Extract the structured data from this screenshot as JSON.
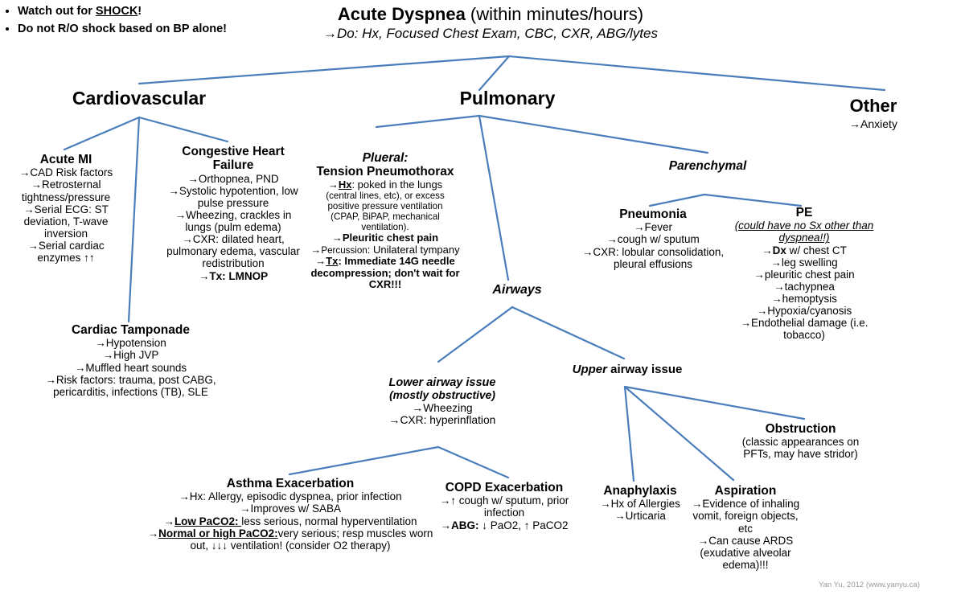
{
  "meta": {
    "accent_color": "#4a7ebb",
    "credit": "Yan Yu, 2012 (www.yanyu.ca)"
  },
  "warning": {
    "items": [
      "Watch out for SHOCK!",
      "Do not R/O shock based on BP alone!"
    ],
    "item1_pre": "Watch out for ",
    "item1_underline": "SHOCK",
    "item1_post": "!",
    "item2": "Do not R/O shock based on BP alone!"
  },
  "title": {
    "main_bold": "Acute Dyspnea",
    "main_rest": " (within minutes/hours)",
    "subtitle": "→Do: Hx, Focused Chest Exam, CBC, CXR, ABG/lytes"
  },
  "nodes": {
    "cardiovascular": {
      "label": "Cardiovascular"
    },
    "pulmonary": {
      "label": "Pulmonary"
    },
    "other": {
      "label": "Other",
      "sub": "→Anxiety"
    },
    "acute_mi": {
      "title": "Acute MI",
      "lines": [
        "→CAD Risk factors",
        "→Retrosternal tightness/pressure",
        "→Serial ECG: ST deviation, T-wave inversion",
        "→Serial cardiac enzymes ↑↑"
      ],
      "bold_runs": [
        "Serial ECG",
        "Serial cardiac"
      ]
    },
    "chf": {
      "title": "Congestive Heart Failure",
      "lines": [
        "→Orthopnea, PND",
        "→Systolic hypotention, low pulse pressure",
        "→Wheezing, crackles in lungs (pulm edema)",
        "→CXR: dilated heart, pulmonary edema, vascular redistribution",
        "→Tx: LMNOP"
      ]
    },
    "tamponade": {
      "title": "Cardiac Tamponade",
      "lines": [
        "→Hypotension",
        "→High JVP",
        "→Muffled heart sounds",
        "→Risk factors: trauma, post CABG, pericarditis, infections (TB), SLE"
      ]
    },
    "pleural": {
      "group_label": "Plueral:",
      "title": "Tension Pneumothorax",
      "hx_arrow": "→",
      "hx_label": "Hx",
      "hx_text": ": poked in the lungs",
      "small_lines": [
        "(central lines, etc), or excess",
        "positive pressure ventilation",
        "(CPAP, BiPAP, mechanical",
        "ventilation)."
      ],
      "line_pleuritic": "→Pleuritic chest pain",
      "percussion_arrow": "→",
      "percussion_label": "Percussion",
      "percussion_text": ": Unilateral tympany",
      "tx_arrow": "→",
      "tx_label": "Tx",
      "tx_text": ": Immediate  14G needle decompression; don't wait for CXR!!!"
    },
    "parenchymal": {
      "label": "Parenchymal"
    },
    "pneumonia": {
      "title": "Pneumonia",
      "lines": [
        "→Fever",
        "→cough w/ sputum",
        "→CXR: lobular consolidation, pleural effusions"
      ]
    },
    "pe": {
      "title": "PE",
      "note": "(could have no Sx other than dyspnea!!)",
      "dx_arrow": "→",
      "dx_label": "Dx",
      "dx_text": " w/ chest CT",
      "lines": [
        "→leg swelling",
        "→pleuritic chest pain",
        "→tachypnea",
        "→hemoptysis",
        "→Hypoxia/cyanosis",
        "→Endothelial damage (i.e. tobacco)"
      ]
    },
    "airways": {
      "label": "Airways"
    },
    "lower_airway": {
      "title_italic": "Lower airway issue",
      "subtitle_italic": "(mostly obstructive)",
      "lines": [
        "→Wheezing",
        "→CXR: hyperinflation"
      ]
    },
    "upper_airway": {
      "title_italic": "Upper",
      "title_rest": " airway issue"
    },
    "obstruction": {
      "title": "Obstruction",
      "note": "(classic appearances on PFTs, may have stridor)"
    },
    "asthma": {
      "title": "Asthma Exacerbation",
      "line_hx": "→Hx: Allergy, episodic dyspnea, prior infection",
      "line_saba": "→Improves w/ SABA",
      "low_arrow": "→",
      "low_label": "Low PaCO2: ",
      "low_text": "less serious, normal hyperventilation",
      "high_arrow": "→",
      "high_label": "Normal or high PaCO2:",
      "high_text": "very serious; resp muscles worn out, ↓↓↓ ventilation! (consider O2 therapy)"
    },
    "copd": {
      "title": "COPD Exacerbation",
      "line1": "→↑ cough w/ sputum, prior infection",
      "abg_arrow": "→",
      "abg_label": "ABG:",
      "abg_text": " ↓ PaO2, ↑ PaCO2"
    },
    "anaphylaxis": {
      "title": "Anaphylaxis",
      "lines": [
        "→Hx of Allergies",
        "→Urticaria"
      ]
    },
    "aspiration": {
      "title": "Aspiration",
      "lines": [
        "→Evidence of inhaling vomit, foreign objects, etc",
        "→Can cause ARDS (exudative alveolar edema)!!!"
      ]
    }
  },
  "edges": [
    {
      "from": "root",
      "to": "cardiovascular"
    },
    {
      "from": "root",
      "to": "pulmonary"
    },
    {
      "from": "root",
      "to": "other"
    },
    {
      "from": "cardiovascular",
      "to": "acute_mi"
    },
    {
      "from": "cardiovascular",
      "to": "chf"
    },
    {
      "from": "cardiovascular",
      "to": "tamponade"
    },
    {
      "from": "pulmonary",
      "to": "pleural"
    },
    {
      "from": "pulmonary",
      "to": "parenchymal"
    },
    {
      "from": "pulmonary",
      "to": "airways"
    },
    {
      "from": "parenchymal",
      "to": "pneumonia"
    },
    {
      "from": "parenchymal",
      "to": "pe"
    },
    {
      "from": "airways",
      "to": "lower_airway"
    },
    {
      "from": "airways",
      "to": "upper_airway"
    },
    {
      "from": "lower_airway",
      "to": "asthma"
    },
    {
      "from": "lower_airway",
      "to": "copd"
    },
    {
      "from": "upper_airway",
      "to": "anaphylaxis"
    },
    {
      "from": "upper_airway",
      "to": "aspiration"
    },
    {
      "from": "upper_airway",
      "to": "obstruction"
    }
  ]
}
